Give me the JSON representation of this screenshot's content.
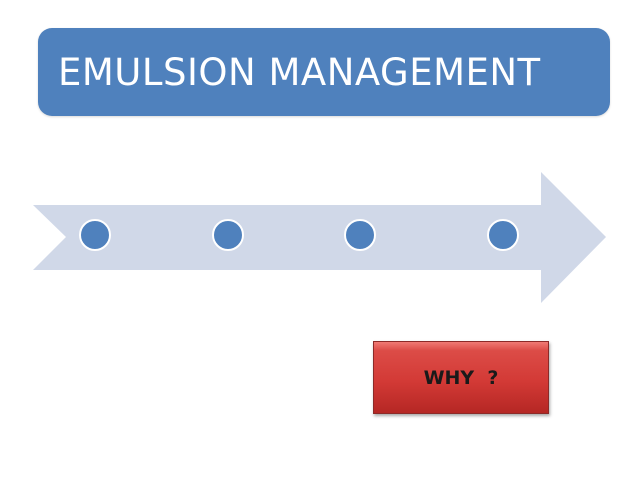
{
  "title": {
    "text": "EMULSION MANAGEMENT",
    "background": "#4f81bd",
    "text_color": "#ffffff"
  },
  "timeline": {
    "arrow_color": "#d0d8e8",
    "marker_color": "#4f81bd",
    "marker_outline": "#ffffff",
    "marker_count": 4
  },
  "why_button": {
    "label": "WHY  ?",
    "color": "#d33a36"
  }
}
